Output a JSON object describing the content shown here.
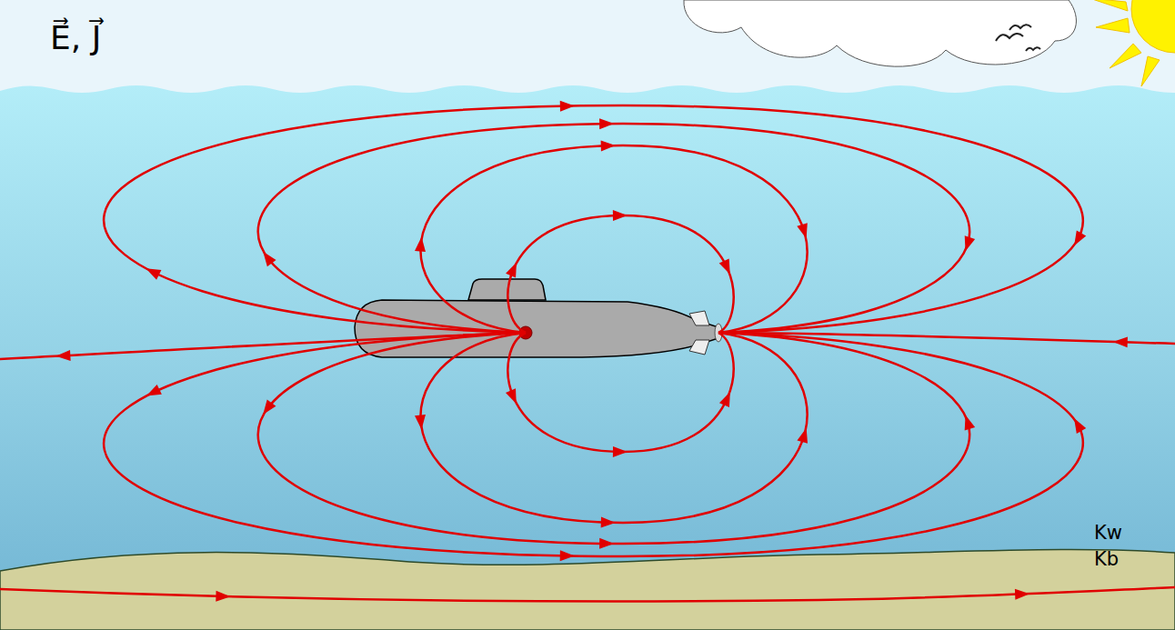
{
  "diagram": {
    "labels": [
      "E⃗, J⃗",
      "Kw",
      "Kb"
    ]
  }
}
